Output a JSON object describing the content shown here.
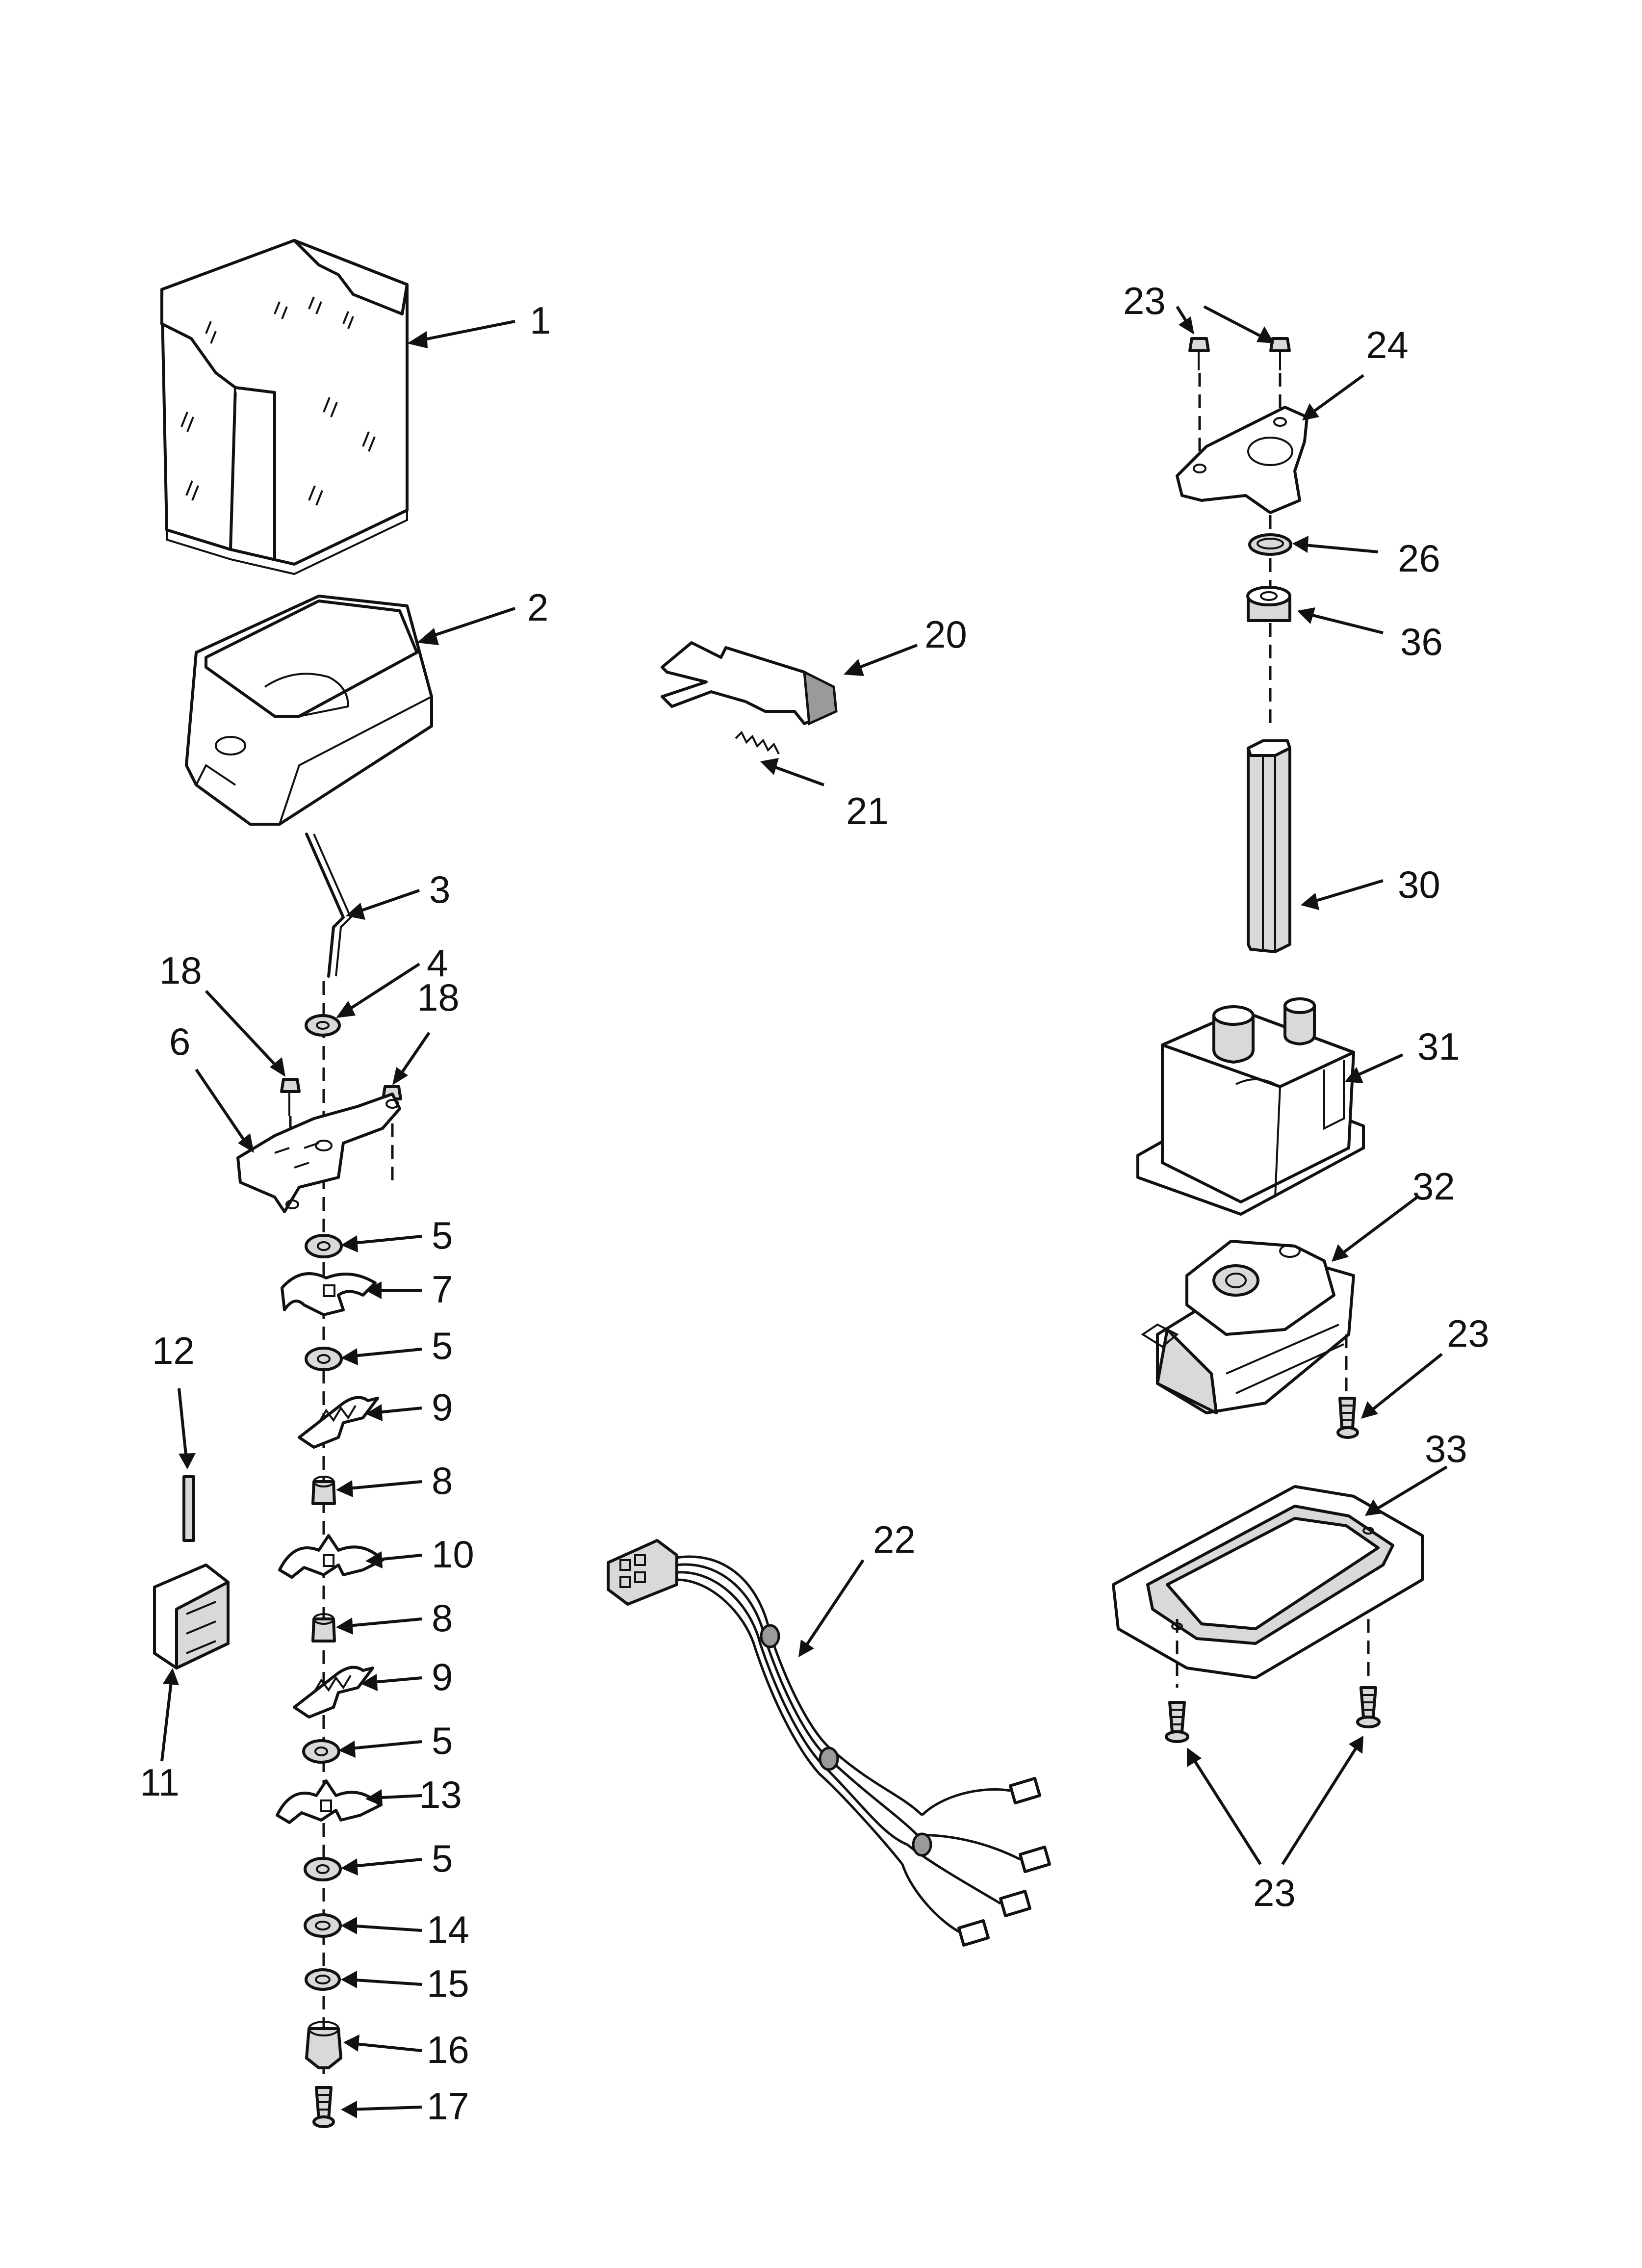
{
  "callouts": {
    "c1": "1",
    "c2": "2",
    "c3": "3",
    "c4": "4",
    "c5a": "5",
    "c5b": "5",
    "c5c": "5",
    "c5d": "5",
    "c6": "6",
    "c7": "7",
    "c8a": "8",
    "c8b": "8",
    "c9a": "9",
    "c9b": "9",
    "c10": "10",
    "c11": "11",
    "c12": "12",
    "c13": "13",
    "c14": "14",
    "c15": "15",
    "c16": "16",
    "c17": "17",
    "c18a": "18",
    "c18b": "18",
    "c20": "20",
    "c21": "21",
    "c22": "22",
    "c23a": "23",
    "c23b": "23",
    "c23c": "23",
    "c24": "24",
    "c26": "26",
    "c30": "30",
    "c31": "31",
    "c32": "32",
    "c33": "33",
    "c36": "36"
  }
}
